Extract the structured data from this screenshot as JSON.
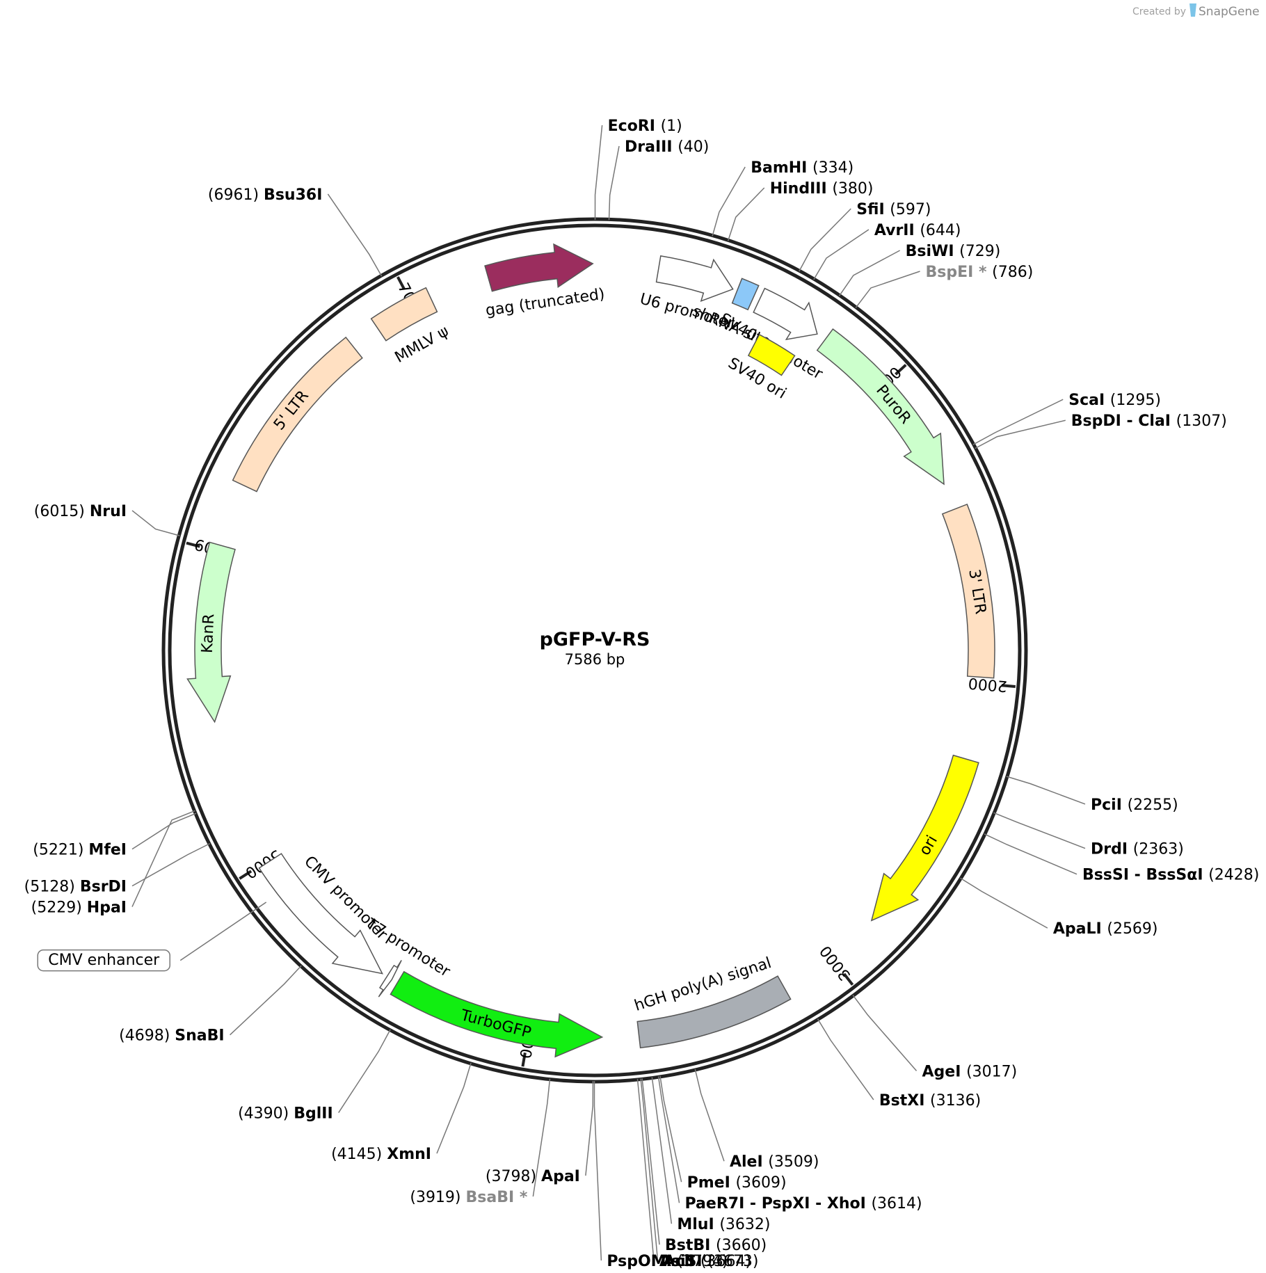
{
  "credit": {
    "prefix": "Created by",
    "brand": "SnapGene"
  },
  "plasmid": {
    "name": "pGFP-V-RS",
    "size": 7586,
    "size_label": "7586 bp"
  },
  "ticks": [
    {
      "pos": 1000,
      "label": "1000"
    },
    {
      "pos": 2000,
      "label": "2000"
    },
    {
      "pos": 3000,
      "label": "3000"
    },
    {
      "pos": 4000,
      "label": "4000"
    },
    {
      "pos": 5000,
      "label": "5000"
    },
    {
      "pos": 6000,
      "label": "6000"
    },
    {
      "pos": 7000,
      "label": "7000"
    }
  ],
  "features": [
    {
      "id": "gag",
      "label": "gag (truncated)",
      "start": 7250,
      "end": 7580,
      "dir": 1,
      "color": "#9b2d5e",
      "ring": "outer"
    },
    {
      "id": "u6",
      "label": "U6 promoter",
      "start": 200,
      "end": 441,
      "dir": 1,
      "color": "#ffffff",
      "ring": "outer"
    },
    {
      "id": "shrna",
      "label": "shRNA site",
      "start": 455,
      "end": 510,
      "dir": 0,
      "color": "#8cc8f8",
      "ring": "outer"
    },
    {
      "id": "sv40p",
      "label": "SV40 promoter",
      "start": 530,
      "end": 740,
      "dir": 1,
      "color": "#ffffff",
      "ring": "outer"
    },
    {
      "id": "sv40ori",
      "label": "SV40 ori",
      "start": 580,
      "end": 720,
      "dir": 0,
      "color": "#ffff00",
      "ring": "inner"
    },
    {
      "id": "puror",
      "label": "PuroR",
      "start": 770,
      "end": 1360,
      "dir": 1,
      "color": "#ccffcc",
      "ring": "outer"
    },
    {
      "id": "ltr3",
      "label": "3' LTR",
      "start": 1445,
      "end": 1980,
      "dir": 0,
      "color": "#ffe0c2",
      "ring": "outer"
    },
    {
      "id": "ori",
      "label": "ori",
      "start": 2240,
      "end": 2830,
      "dir": 1,
      "color": "#ffff00",
      "ring": "outer"
    },
    {
      "id": "hgh",
      "label": "hGH poly(A) signal",
      "start": 3175,
      "end": 3655,
      "dir": 0,
      "color": "#a9aeb4",
      "ring": "outer"
    },
    {
      "id": "turbo",
      "label": "TurboGFP",
      "start": 3770,
      "end": 4440,
      "dir": -1,
      "color": "#11ee11",
      "ring": "outer"
    },
    {
      "id": "t7",
      "label": "T7 promoter",
      "start": 4460,
      "end": 4478,
      "dir": -1,
      "color": "#ffffff",
      "ring": "outer"
    },
    {
      "id": "cmv",
      "label": "CMV promoter",
      "start": 4495,
      "end": 4995,
      "dir": -1,
      "color": "#ffffff",
      "ring": "outer"
    },
    {
      "id": "kanr",
      "label": "KanR",
      "start": 5465,
      "end": 6020,
      "dir": -1,
      "color": "#ccffcc",
      "ring": "outer"
    },
    {
      "id": "ltr5",
      "label": "5' LTR",
      "start": 6220,
      "end": 6775,
      "dir": 0,
      "color": "#ffe0c2",
      "ring": "outer"
    },
    {
      "id": "mmlv",
      "label": "MMLV ψ",
      "start": 6870,
      "end": 7060,
      "dir": 0,
      "color": "#ffe0c2",
      "ring": "outer"
    }
  ],
  "cmv_enhancer": {
    "label": "CMV enhancer",
    "pos": 4900
  },
  "sites": [
    {
      "pos": 1,
      "name": "EcoRI",
      "pos_label": "(1)",
      "side": "L"
    },
    {
      "pos": 40,
      "name": "DraIII",
      "pos_label": "(40)",
      "side": "R"
    },
    {
      "pos": 334,
      "name": "BamHI",
      "pos_label": "(334)",
      "side": "R"
    },
    {
      "pos": 380,
      "name": "HindIII",
      "pos_label": "(380)",
      "side": "R"
    },
    {
      "pos": 597,
      "name": "SfiI",
      "pos_label": "(597)",
      "side": "R"
    },
    {
      "pos": 644,
      "name": "AvrII",
      "pos_label": "(644)",
      "side": "R"
    },
    {
      "pos": 729,
      "name": "BsiWI",
      "pos_label": "(729)",
      "side": "R"
    },
    {
      "pos": 786,
      "name": "BspEI",
      "star": "*",
      "pos_label": "(786)",
      "side": "R",
      "gray": true
    },
    {
      "pos": 1295,
      "name": "ScaI",
      "pos_label": "(1295)",
      "side": "R"
    },
    {
      "pos": 1307,
      "name": "BspDI",
      "name2": "ClaI",
      "pos_label": "(1307)",
      "side": "R"
    },
    {
      "pos": 2255,
      "name": "PciI",
      "pos_label": "(2255)",
      "side": "R"
    },
    {
      "pos": 2363,
      "name": "DrdI",
      "pos_label": "(2363)",
      "side": "R"
    },
    {
      "pos": 2428,
      "name": "BssSI",
      "name2": "BssSαI",
      "pos_label": "(2428)",
      "side": "R"
    },
    {
      "pos": 2569,
      "name": "ApaLI",
      "pos_label": "(2569)",
      "side": "R"
    },
    {
      "pos": 3017,
      "name": "AgeI",
      "pos_label": "(3017)",
      "side": "R"
    },
    {
      "pos": 3136,
      "name": "BstXI",
      "pos_label": "(3136)",
      "side": "R"
    },
    {
      "pos": 3509,
      "name": "AleI",
      "pos_label": "(3509)",
      "side": "R"
    },
    {
      "pos": 3609,
      "name": "PmeI",
      "pos_label": "(3609)",
      "side": "R"
    },
    {
      "pos": 3614,
      "name": "PaeR7I",
      "name2": "PspXI",
      "name3": "XhoI",
      "pos_label": "(3614)",
      "side": "R"
    },
    {
      "pos": 3632,
      "name": "MluI",
      "pos_label": "(3632)",
      "side": "R"
    },
    {
      "pos": 3660,
      "name": "BstBI",
      "pos_label": "(3660)",
      "side": "R"
    },
    {
      "pos": 3664,
      "name": "AclI",
      "pos_label": "(3664)",
      "side": "R"
    },
    {
      "pos": 3673,
      "name": "AsiSI",
      "pos_label": "(3673)",
      "side": "R"
    },
    {
      "pos": 3794,
      "name": "PspOMI",
      "pos_label": "(3794)",
      "side": "R"
    },
    {
      "pos": 3798,
      "name": "ApaI",
      "pos_label": "(3798)",
      "side": "L"
    },
    {
      "pos": 3919,
      "name": "BsaBI",
      "star": "*",
      "pos_label": "(3919)",
      "side": "L",
      "gray": true
    },
    {
      "pos": 4145,
      "name": "XmnI",
      "pos_label": "(4145)",
      "side": "L"
    },
    {
      "pos": 4390,
      "name": "BglII",
      "pos_label": "(4390)",
      "side": "L"
    },
    {
      "pos": 4698,
      "name": "SnaBI",
      "pos_label": "(4698)",
      "side": "L"
    },
    {
      "pos": 5128,
      "name": "BsrDI",
      "pos_label": "(5128)",
      "side": "L"
    },
    {
      "pos": 5221,
      "name": "MfeI",
      "pos_label": "(5221)",
      "side": "L"
    },
    {
      "pos": 5229,
      "name": "HpaI",
      "pos_label": "(5229)",
      "side": "L"
    },
    {
      "pos": 6015,
      "name": "NruI",
      "pos_label": "(6015)",
      "side": "L"
    },
    {
      "pos": 6961,
      "name": "Bsu36I",
      "pos_label": "(6961)",
      "side": "L"
    }
  ]
}
